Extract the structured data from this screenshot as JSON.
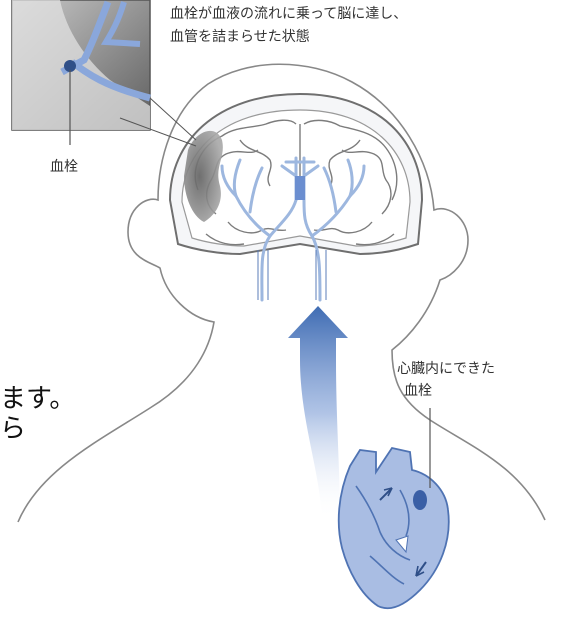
{
  "labels": {
    "top_caption_line1": "血栓が血液の流れに乗って脳に達し、",
    "top_caption_line2": "血管を詰まらせた状態",
    "clot_inset_label": "血栓",
    "heart_label_line1": "心臓内にできた",
    "heart_label_line2": "血栓"
  },
  "background_text": {
    "line1": "ます。",
    "line2": "ら"
  },
  "colors": {
    "vessel_blue": "#9db7df",
    "vessel_edge": "#5b7db8",
    "arrow_blue": "#3f6cb3",
    "head_outline": "#888888",
    "infarct_gray": "#7a7a7a",
    "heart_fill": "#a9bde3",
    "heart_dark": "#4f73b3",
    "caption_text": "#333333"
  },
  "icons": {
    "flow_arrow": "up-arrow-icon",
    "heart": "heart-icon",
    "brain": "brain-icon"
  }
}
